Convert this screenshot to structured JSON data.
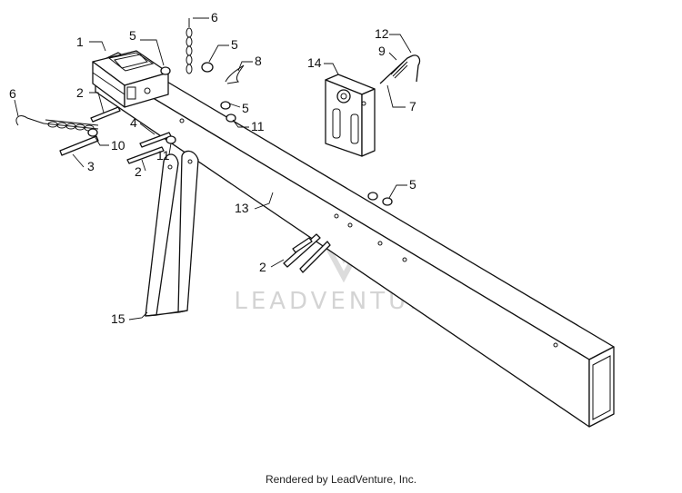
{
  "watermark": {
    "text": "LEADVENTURE"
  },
  "footer": {
    "text": "Rendered by LeadVenture, Inc."
  },
  "callouts": [
    {
      "id": "c-1",
      "label": "1"
    },
    {
      "id": "c-2a",
      "label": "2"
    },
    {
      "id": "c-2b",
      "label": "2"
    },
    {
      "id": "c-2c",
      "label": "2"
    },
    {
      "id": "c-3",
      "label": "3"
    },
    {
      "id": "c-4",
      "label": "4"
    },
    {
      "id": "c-5a",
      "label": "5"
    },
    {
      "id": "c-5b",
      "label": "5"
    },
    {
      "id": "c-5c",
      "label": "5"
    },
    {
      "id": "c-5d",
      "label": "5"
    },
    {
      "id": "c-6a",
      "label": "6"
    },
    {
      "id": "c-6b",
      "label": "6"
    },
    {
      "id": "c-7",
      "label": "7"
    },
    {
      "id": "c-8",
      "label": "8"
    },
    {
      "id": "c-9",
      "label": "9"
    },
    {
      "id": "c-10",
      "label": "10"
    },
    {
      "id": "c-11a",
      "label": "11"
    },
    {
      "id": "c-11b",
      "label": "11"
    },
    {
      "id": "c-12",
      "label": "12"
    },
    {
      "id": "c-13",
      "label": "13"
    },
    {
      "id": "c-14",
      "label": "14"
    },
    {
      "id": "c-15",
      "label": "15"
    }
  ]
}
